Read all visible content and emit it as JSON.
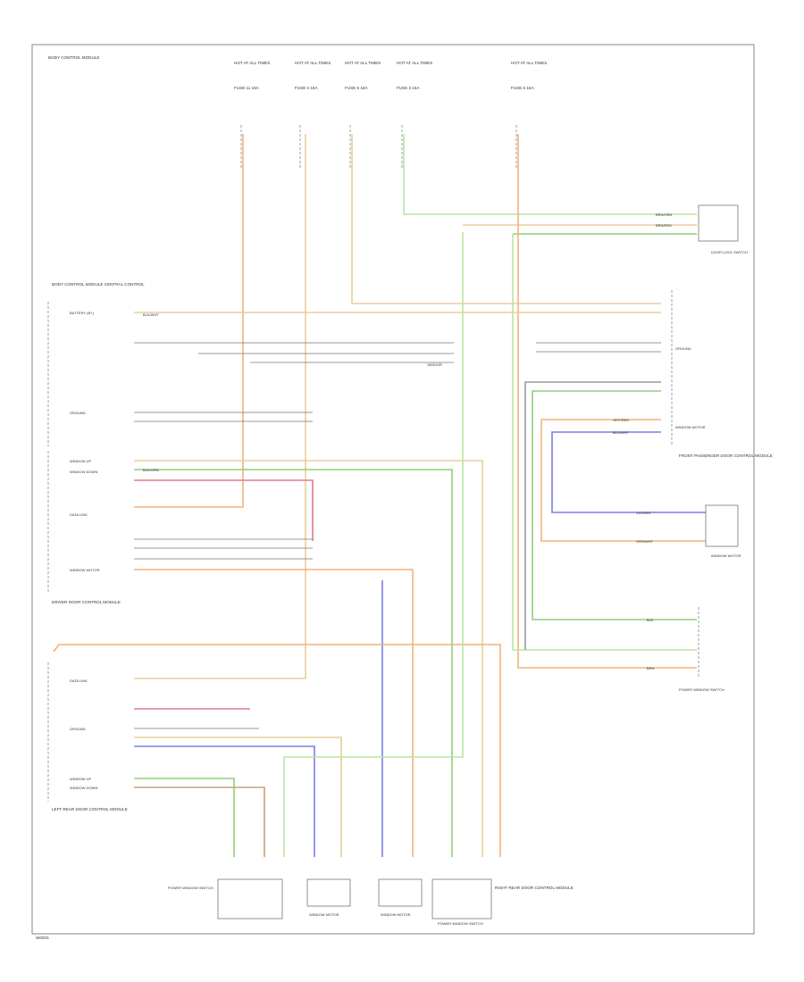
{
  "diagram": {
    "page_marker": "W0003",
    "hot_labels": [
      "HOT AT ALL TIMES",
      "HOT AT ALL TIMES",
      "HOT AT ALL TIMES",
      "HOT AT ALL TIMES",
      "HOT AT ALL TIMES"
    ],
    "fuses": [
      "FUSE 11 15A",
      "FUSE 4 15A",
      "FUSE 5 15A",
      "FUSE 3 15A",
      "FUSE 6 15A"
    ],
    "left_header": "BODY CONTROL MODULE",
    "modules": {
      "bcm": "BODY CONTROL MODULE CENTRAL CONTROL",
      "driver_door": "DRIVER DOOR CONTROL MODULE",
      "front_passenger": "FRONT PASSENGER DOOR CONTROL MODULE",
      "left_rear": "LEFT REAR DOOR CONTROL MODULE",
      "right_rear": "RIGHT REAR DOOR CONTROL MODULE"
    },
    "components": {
      "door_lock": "DOOR LOCK SWITCH",
      "window_motor_right": "WINDOW MOTOR",
      "window_switch": "POWER WINDOW SWITCH",
      "lr_switch": "POWER WINDOW SWITCH",
      "lr_motor": "WINDOW MOTOR",
      "rr_motor": "WINDOW MOTOR",
      "rr_switch": "POWER WINDOW SWITCH",
      "sensor": "SENSOR"
    },
    "pins": {
      "battery": "BATTERY (B+)",
      "ground": "GROUND",
      "window_up": "WINDOW UP",
      "window_down": "WINDOW DOWN",
      "window_motor": "WINDOW MOTOR",
      "data": "DATA LINK"
    },
    "wire_codes": [
      "BRN/ORN",
      "BRN/RED",
      "BLK/WHT",
      "GRY/RED",
      "BLU/WHT",
      "BLK/GRN",
      "VIO/WHT",
      "ORN/WHT",
      "BRN",
      "BLK"
    ],
    "colors": {
      "orange": "#f3b27a",
      "tan": "#e8cf9c",
      "green": "#8fcf7a",
      "lightgreen": "#b8e6a0",
      "blue": "#7b7fe6",
      "red": "#e07a8a",
      "gray": "#9a9a9a",
      "brown": "#c9a07a"
    }
  }
}
